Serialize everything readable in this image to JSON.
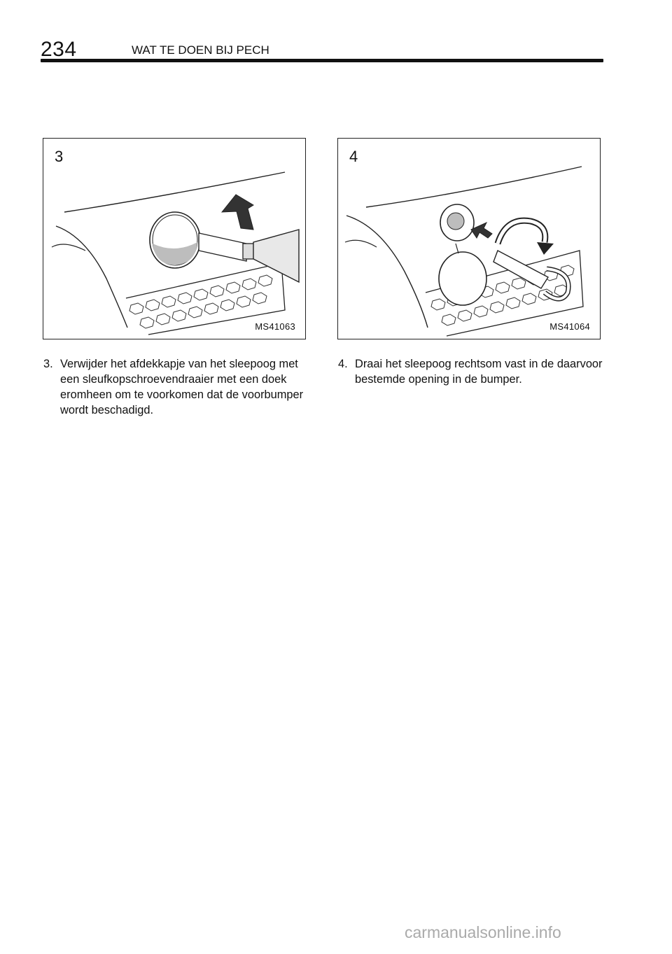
{
  "header": {
    "page_number": "234",
    "section_title": "WAT TE DOEN BIJ PECH"
  },
  "figures": [
    {
      "label": "3",
      "code": "MS41063"
    },
    {
      "label": "4",
      "code": "MS41064"
    }
  ],
  "steps": [
    {
      "number": "3.",
      "text": "Verwijder het afdekkapje van het sleepoog met een sleufkopschroevendraaier met een doek eromheen om te voorkomen dat de voorbumper wordt beschadigd."
    },
    {
      "number": "4.",
      "text": "Draai het sleepoog rechtsom vast in de daarvoor bestemde opening in de bumper."
    }
  ],
  "watermark": "carmanualsonline.info",
  "colors": {
    "text": "#111111",
    "shade": "#bdbdbd",
    "watermark": "#aaaaaa"
  }
}
